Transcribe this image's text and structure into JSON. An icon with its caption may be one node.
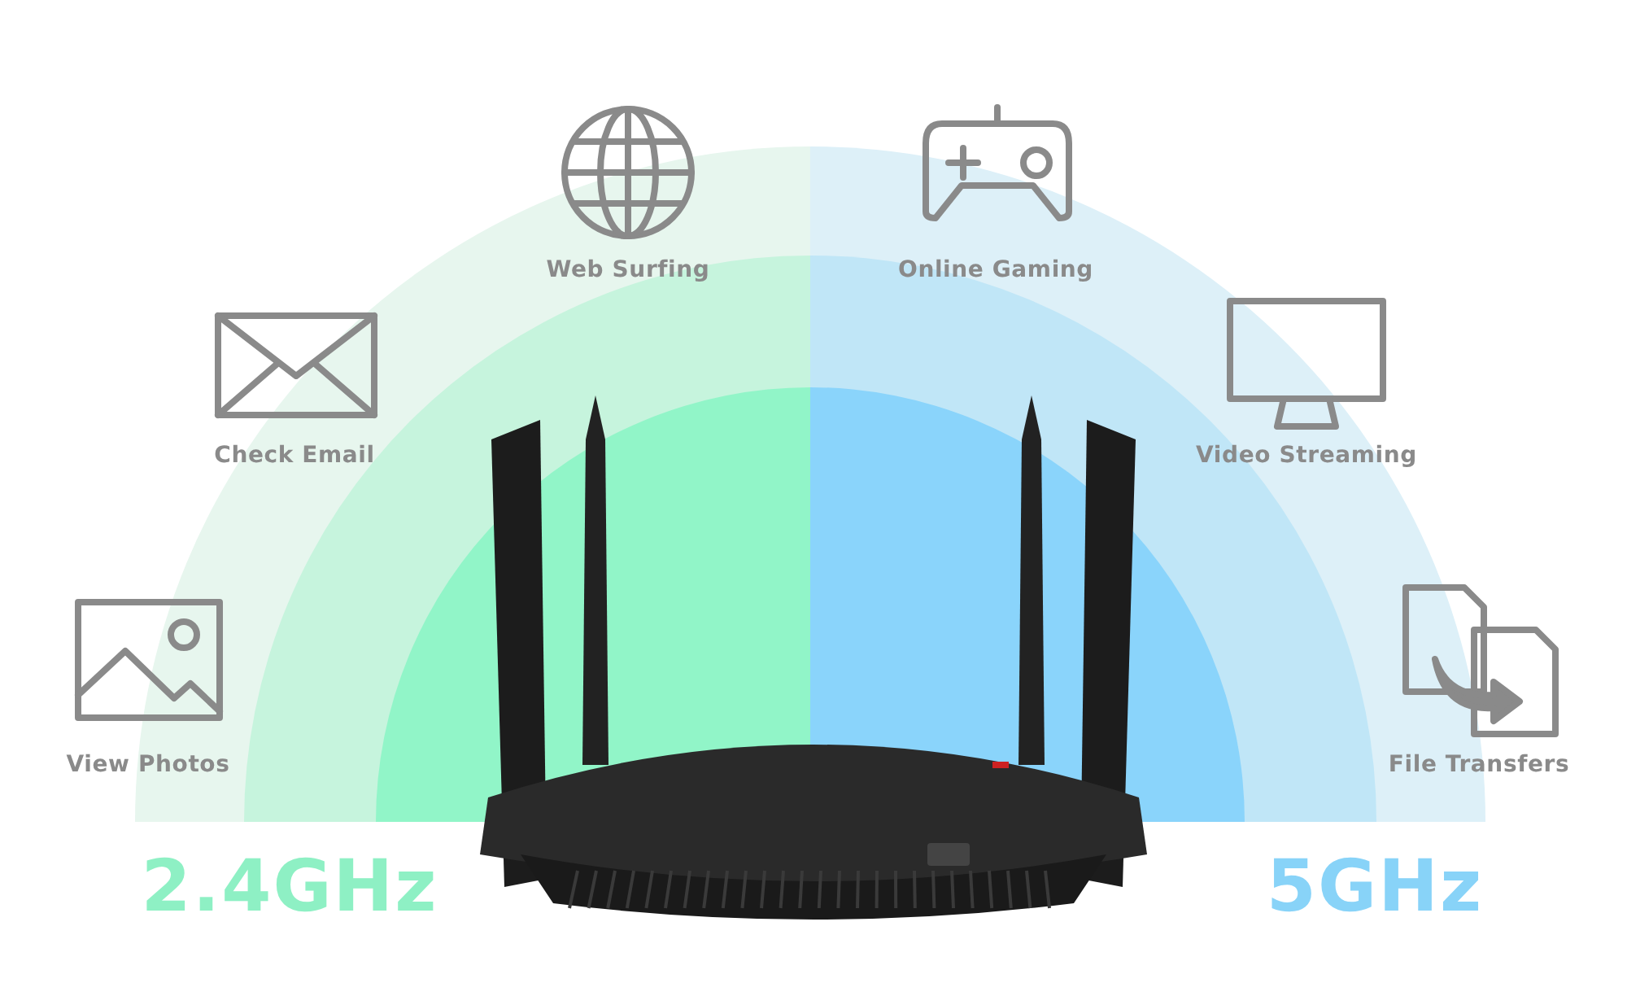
{
  "diagram": {
    "labels": [
      "Web Surfing",
      "Online Gaming",
      "Check Email",
      "Video Streaming",
      "View Photos",
      "File Transfers",
      "2.4GHz",
      "5GHz"
    ]
  }
}
